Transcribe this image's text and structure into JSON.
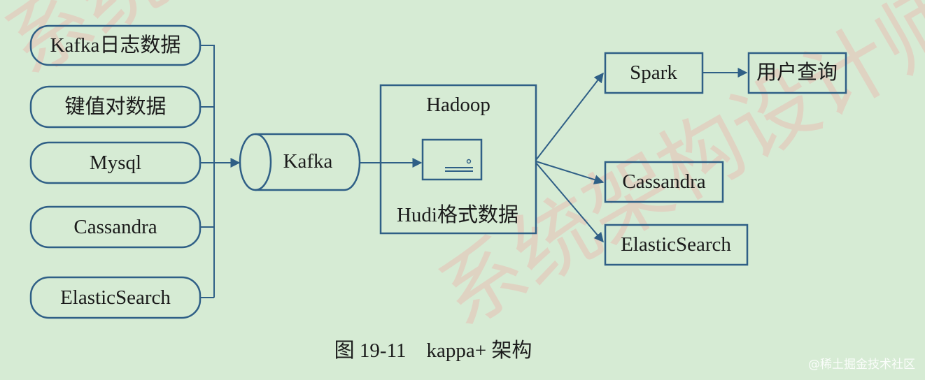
{
  "sources": [
    "Kafka日志数据",
    "键值对数据",
    "Mysql",
    "Cassandra",
    "ElasticSearch"
  ],
  "queue": "Kafka",
  "hadoop": {
    "title": "Hadoop",
    "store_label": "Hudi格式数据"
  },
  "sinks": {
    "spark": "Spark",
    "query": "用户查询",
    "cassandra": "Cassandra",
    "elastic": "ElasticSearch"
  },
  "caption": "图 19-11　kappa+ 架构",
  "watermark": "系统架构设计师",
  "credit": "@稀土掘金技术社区",
  "colors": {
    "background": "#d6ebd4",
    "stroke": "#2f5f86",
    "text": "#1b1b1b"
  }
}
